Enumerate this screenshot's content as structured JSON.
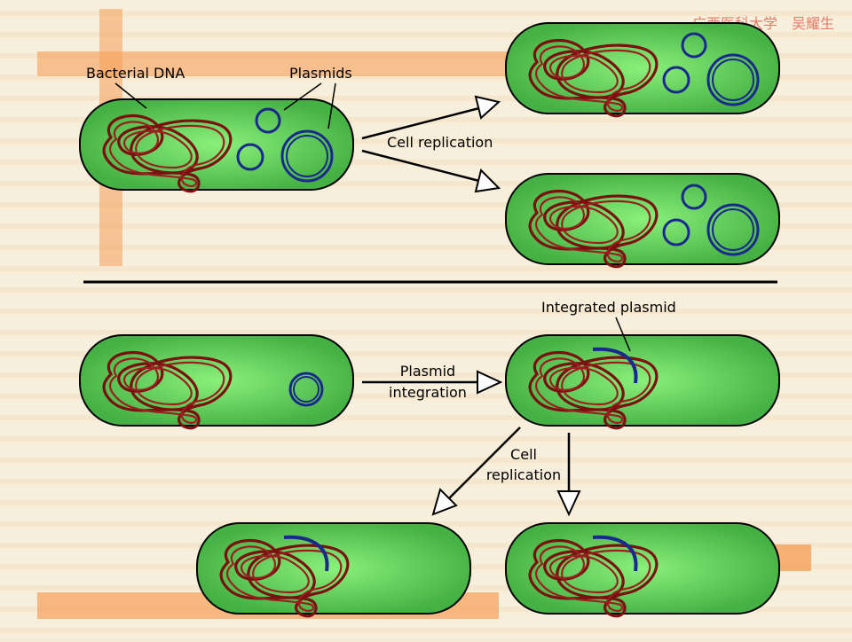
{
  "watermark": "广西医科大学　吴耀生",
  "labels": {
    "bacterial_dna": "Bacterial DNA",
    "plasmids": "Plasmids",
    "cell_replication": "Cell replication",
    "plasmid_integration_1": "Plasmid",
    "plasmid_integration_2": "integration",
    "integrated_plasmid": "Integrated plasmid",
    "cell_replication_2a": "Cell",
    "cell_replication_2b": "replication"
  },
  "colors": {
    "cell_fill": "#4cb84a",
    "cell_highlight": "#8af07a",
    "dna": "#7a1010",
    "plasmid": "#1a2a8c",
    "accent_orange": "#f7a05a"
  }
}
